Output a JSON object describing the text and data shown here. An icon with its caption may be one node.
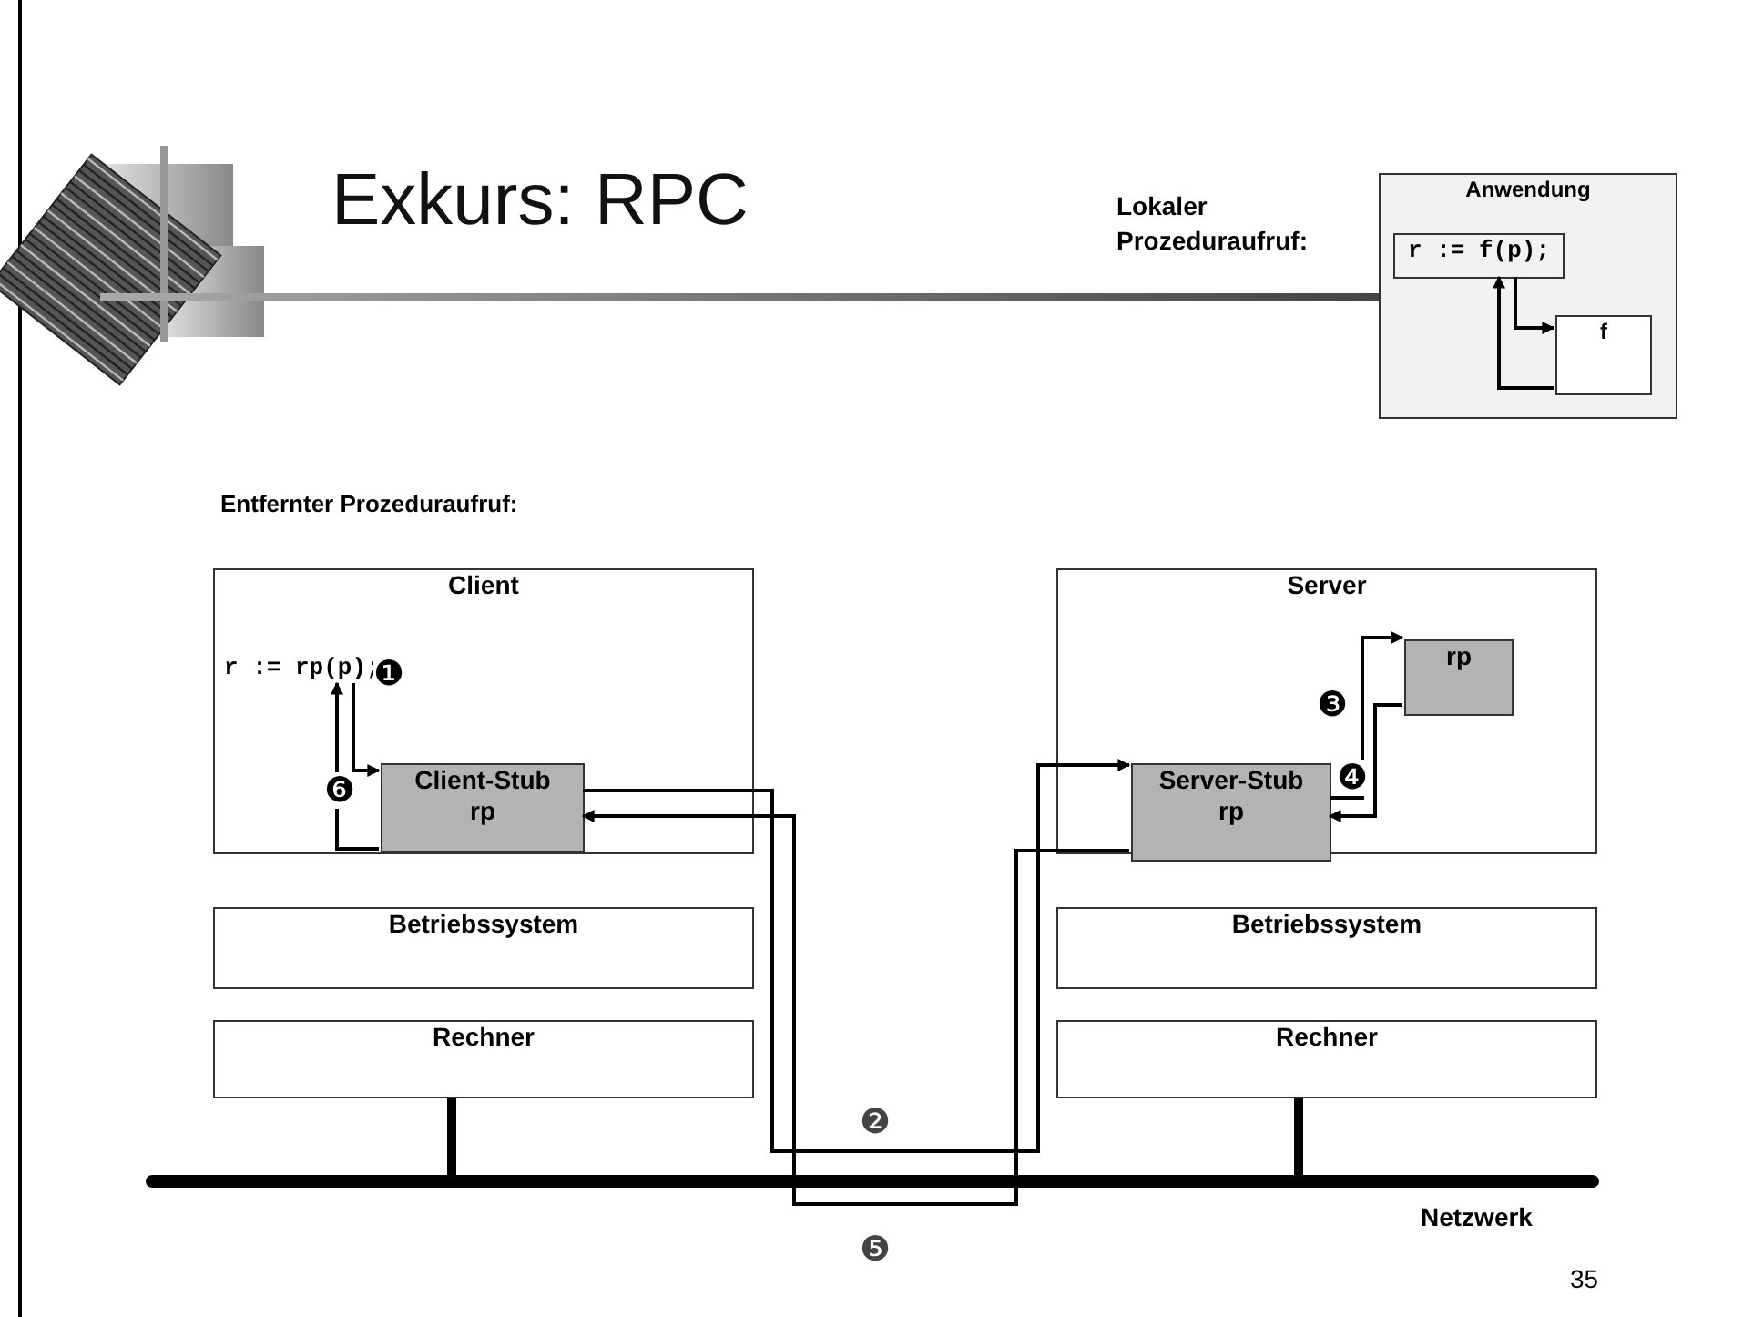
{
  "diagram": {
    "title": "Exkurs: RPC",
    "nodes": [
      {
        "text": [
          "Anwendung"
        ]
      },
      {
        "text": [
          "r := f(p);"
        ],
        "in": 0
      },
      {
        "text": [
          "f"
        ],
        "in": 0
      },
      {
        "text": [
          "Client"
        ]
      },
      {
        "text": [
          "r := rp(p);"
        ],
        "in": 3
      },
      {
        "text": [
          "Client-Stub rp"
        ],
        "in": 3
      },
      {
        "text": [
          "Server"
        ]
      },
      {
        "text": [
          "Server-Stub rp"
        ],
        "in": 6
      },
      {
        "text": [
          "rp"
        ],
        "in": 6
      },
      {
        "text": [
          "Betriebssystem"
        ]
      },
      {
        "text": [
          "Betriebssystem"
        ]
      },
      {
        "text": [
          "Rechner"
        ]
      },
      {
        "text": [
          "Rechner"
        ]
      },
      {
        "text": [],
        "shape": "bar",
        "beside": [
          "Netzwerk"
        ]
      }
    ],
    "edges": [
      {
        "from": 1,
        "to": 2,
        "arrow": "to"
      },
      {
        "from": 2,
        "to": 1,
        "arrow": "to"
      },
      {
        "from": 4,
        "to": 5,
        "arrow": "to",
        "label": "❶"
      },
      {
        "from": 5,
        "to": 7,
        "arrow": "to",
        "label": "❷"
      },
      {
        "from": 7,
        "to": 8,
        "arrow": "to",
        "label": "❸"
      },
      {
        "from": 8,
        "to": 7,
        "arrow": "to",
        "label": "❹"
      },
      {
        "from": 7,
        "to": 5,
        "arrow": "to",
        "label": "❺"
      },
      {
        "from": 5,
        "to": 4,
        "arrow": "to",
        "label": "❻"
      },
      {
        "from": 11,
        "to": 13,
        "arrow": "none",
        "style": "thick"
      },
      {
        "from": 12,
        "to": 13,
        "arrow": "none",
        "style": "thick"
      }
    ],
    "labels": [
      "Lokaler Prozeduraufruf:",
      "Entfernter Prozeduraufruf:",
      "35"
    ]
  }
}
